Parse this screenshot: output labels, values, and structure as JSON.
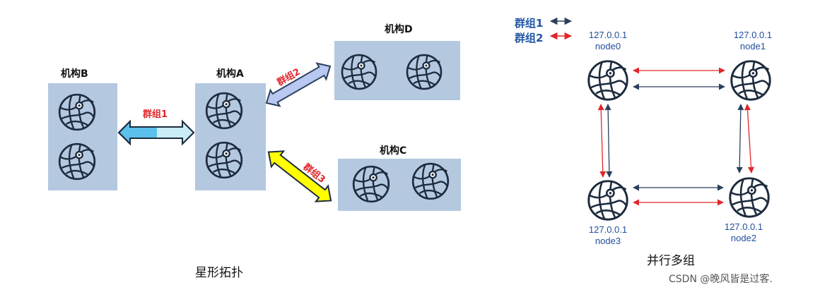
{
  "star": {
    "orgs": {
      "b": "机构B",
      "a": "机构A",
      "d": "机构D",
      "c": "机构C"
    },
    "links": {
      "group1": "群组1",
      "group2": "群组2",
      "group3": "群组3"
    },
    "caption": "星形拓扑"
  },
  "parallel": {
    "legend": {
      "group1": "群组1",
      "group2": "群组2"
    },
    "nodes": [
      {
        "ip": "127.0.0.1",
        "name": "node0"
      },
      {
        "ip": "127.0.0.1",
        "name": "node1"
      },
      {
        "ip": "127.0.0.1",
        "name": "node2"
      },
      {
        "ip": "127.0.0.1",
        "name": "node3"
      }
    ],
    "caption": "并行多组"
  },
  "watermark": "CSDN @晚风皆是过客.",
  "colors": {
    "org_box": "#b4c8e0",
    "group1_arrow_left": "#5bc0eb",
    "group2_arrow": "#b8c8f0",
    "group3_arrow": "#ffff00",
    "legend_text": "#2457a6",
    "link_dark": "#2b3f5c",
    "link_red": "#e0262b",
    "node_text": "#1f4e9c"
  }
}
